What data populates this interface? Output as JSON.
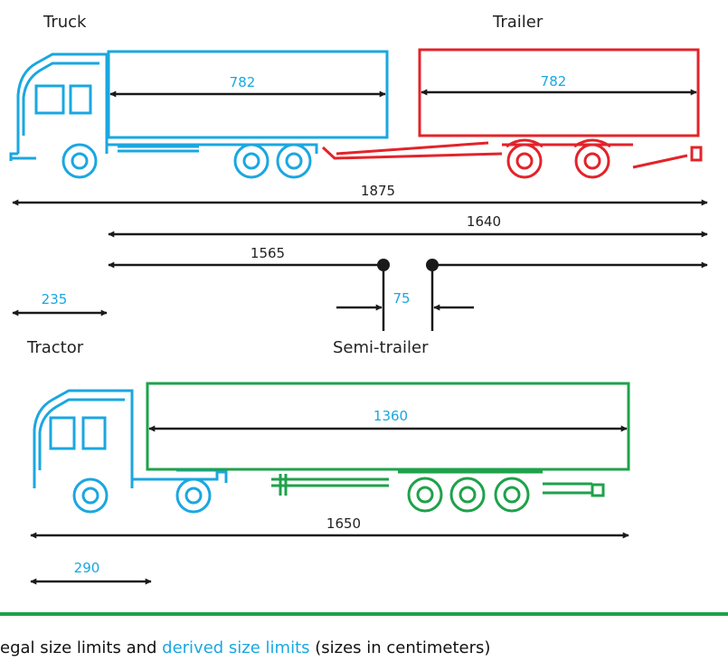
{
  "vehicles": {
    "truck": "Truck",
    "trailer": "Trailer",
    "tractor": "Tractor",
    "semi_trailer": "Semi-trailer"
  },
  "dimensions": {
    "truck_body": "782",
    "trailer_body": "782",
    "total_truck_trailer": "1875",
    "trailer_overall": "1640",
    "truck_to_coupling": "1565",
    "coupling_gap": "75",
    "truck_cab_overhang": "235",
    "semi_body": "1360",
    "total_tractor_semi": "1650",
    "tractor_cab_overhang": "290"
  },
  "caption": {
    "part1": "egal size limits and ",
    "part2": "derived size limits",
    "part3": " (sizes in centimeters)"
  },
  "colors": {
    "truck": "#1aa7e0",
    "trailer": "#e3232a",
    "semi_trailer": "#1ea24a",
    "dimension_line": "#1a1a1a",
    "divider": "#1ea24a"
  }
}
